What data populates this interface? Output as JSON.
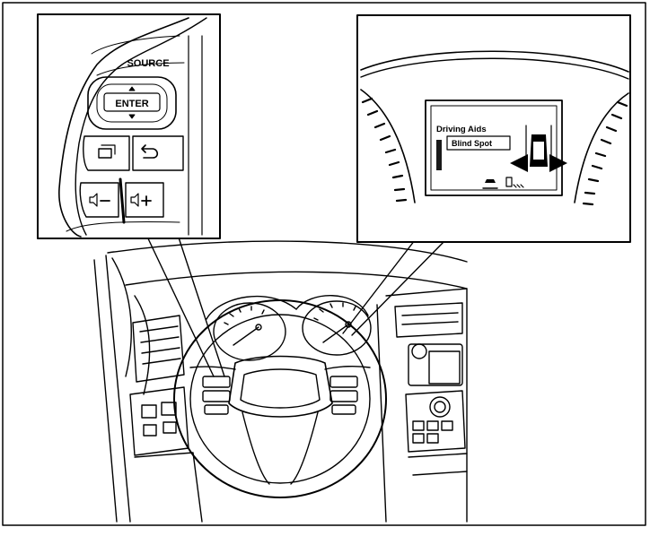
{
  "colors": {
    "ink": "#000000",
    "paper": "#ffffff",
    "screen_bar": "#1a1a1a"
  },
  "switch_panel": {
    "source_label": "SOURCE",
    "enter_label": "ENTER",
    "icons": [
      "up-arrow-icon",
      "down-arrow-icon",
      "display-screen-icon",
      "back-arrow-icon",
      "volume-down-icon",
      "volume-up-icon"
    ]
  },
  "display_panel": {
    "menu_title": "Driving Aids",
    "menu_item": "Blind Spot",
    "icons": [
      "car-top-view-icon",
      "warning-wave-icon",
      "lane-car-icon",
      "camera-status-icon"
    ]
  }
}
